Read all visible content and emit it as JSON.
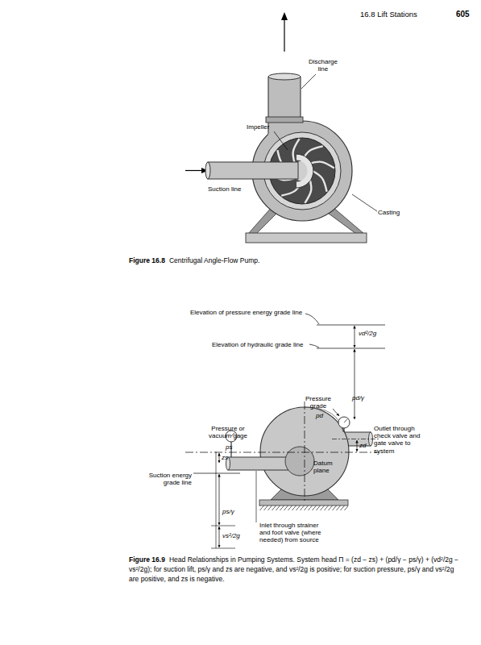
{
  "diagram": {
    "labels": [
      "16.8 Lift Stations",
      "605",
      "Discharge line",
      "Impeller",
      "Suction line",
      "Casting",
      "Figure 16.8",
      "Centrifugal Angle-Flow Pump.",
      "Elevation of pressure energy grade line",
      "Elevation of hydraulic grade line",
      "vd²/2g",
      "Pressure grade",
      "pd/γ",
      "pd",
      "Pressure or vacuum gage",
      "ps",
      "Outlet through check valve and gate valve to system",
      "zd",
      "Datum plane",
      "Suction energy grade line",
      "zs",
      "ps/γ",
      "vs²/2g",
      "Inlet through strainer and foot valve (where needed) from source",
      "Figure 16.9",
      "Head Relationships in Pumping Systems. System head Π = (zd − zs) + (pd/γ − ps/γ) + (vd²/2g − vs²/2g); for suction lift, ps/γ and zs are negative, and vs²/2g is positive; for suction pressure, ps/γ and vs²/2g are positive, and zs is negative."
    ]
  }
}
